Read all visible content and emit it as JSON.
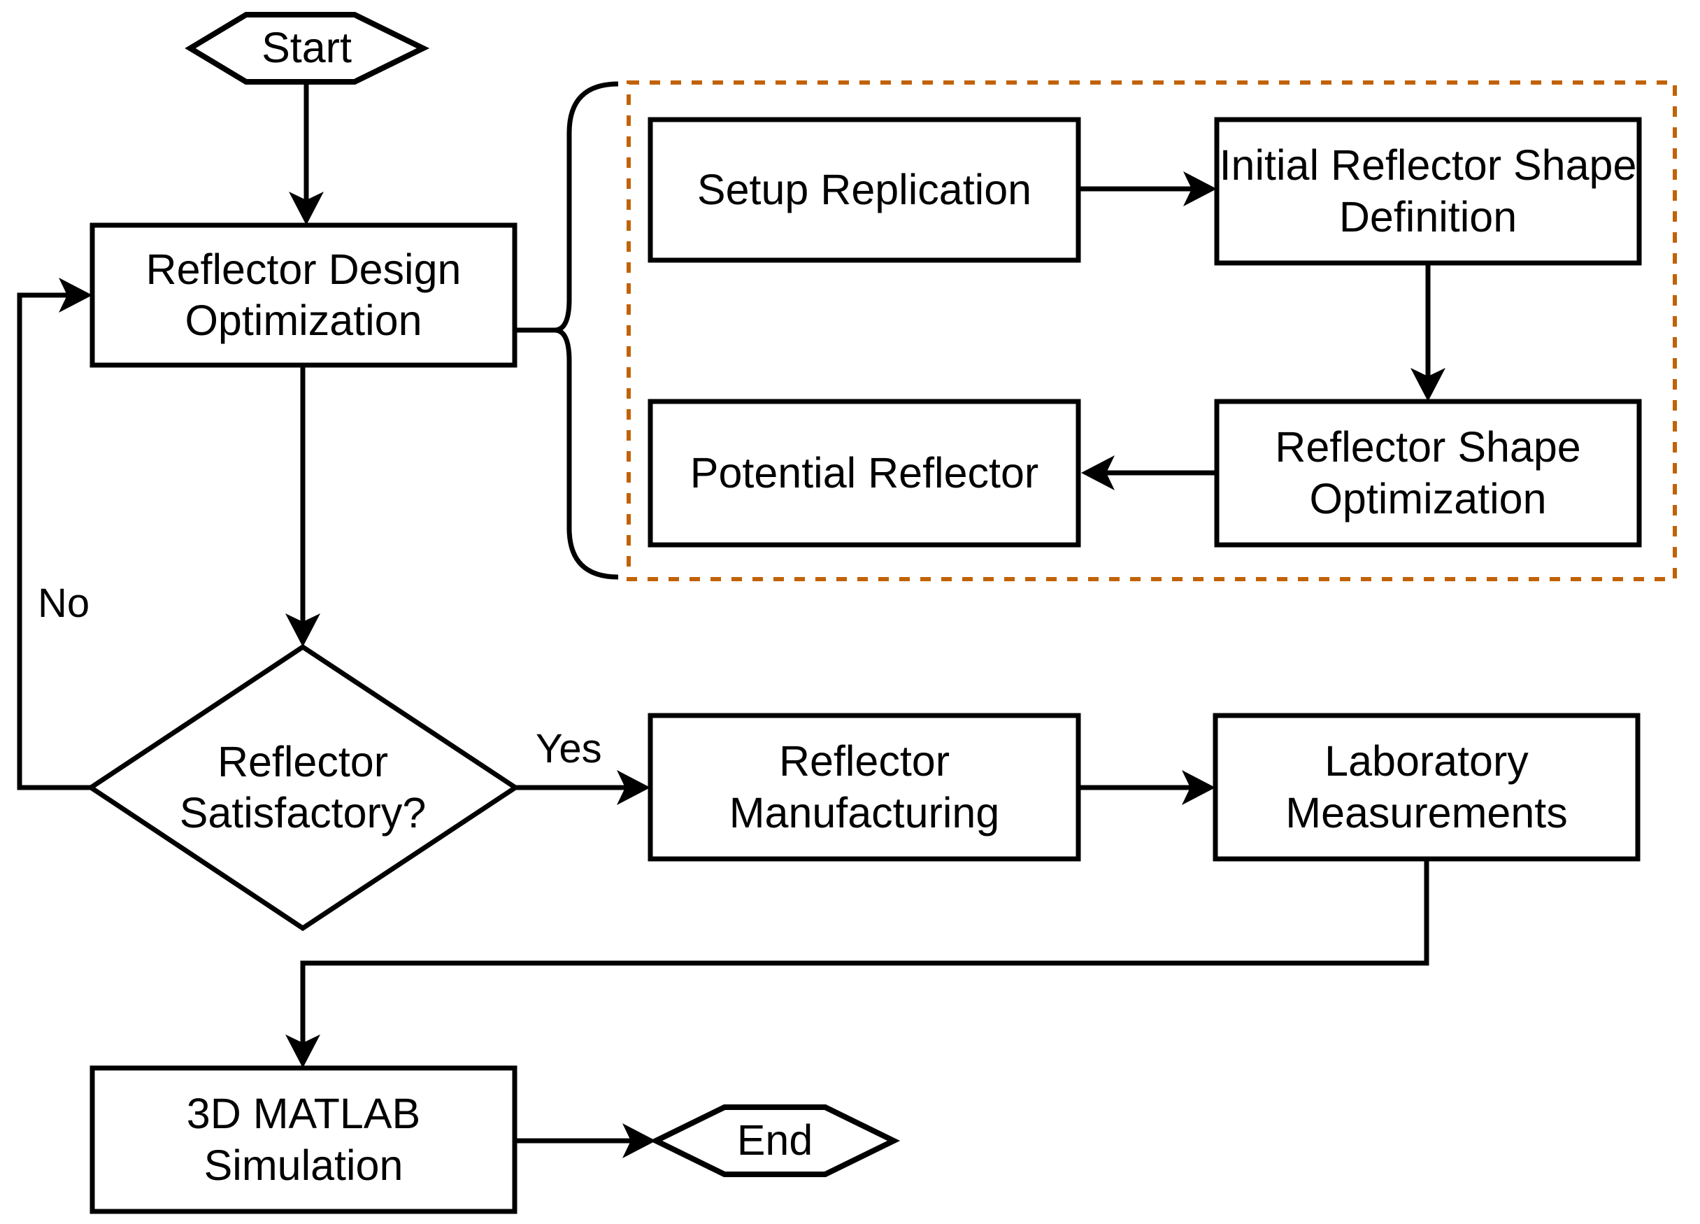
{
  "diagram": {
    "type": "flowchart",
    "background_color": "#FFFFFF",
    "line_color": "#000000",
    "dashed_group_border_color": "#C26206",
    "nodes": {
      "start": {
        "shape": "terminator-hexagon",
        "label": "Start"
      },
      "reflector_design_optimization": {
        "shape": "process-rect",
        "label": "Reflector Design\nOptimization"
      },
      "setup_replication": {
        "shape": "process-rect",
        "label": "Setup Replication"
      },
      "initial_reflector_shape_definition": {
        "shape": "process-rect",
        "label": "Initial Reflector Shape\nDefinition"
      },
      "reflector_shape_optimization": {
        "shape": "process-rect",
        "label": "Reflector Shape\nOptimization"
      },
      "potential_reflector": {
        "shape": "process-rect",
        "label": "Potential Reflector"
      },
      "reflector_satisfactory": {
        "shape": "decision-diamond",
        "label": "Reflector\nSatisfactory?"
      },
      "reflector_manufacturing": {
        "shape": "process-rect",
        "label": "Reflector\nManufacturing"
      },
      "laboratory_measurements": {
        "shape": "process-rect",
        "label": "Laboratory\nMeasurements"
      },
      "matlab_simulation": {
        "shape": "process-rect",
        "label": "3D MATLAB\nSimulation"
      },
      "end": {
        "shape": "terminator-hexagon",
        "label": "End"
      }
    },
    "edge_labels": {
      "no": "No",
      "yes": "Yes"
    },
    "flows": [
      "Start -> Reflector Design Optimization",
      "Reflector Design Optimization -{ expands to dashed subprocess group",
      "Setup Replication -> Initial Reflector Shape Definition",
      "Initial Reflector Shape Definition -> Reflector Shape Optimization",
      "Reflector Shape Optimization -> Potential Reflector",
      "Reflector Design Optimization -> Reflector Satisfactory?",
      "Reflector Satisfactory? -No-> Reflector Design Optimization",
      "Reflector Satisfactory? -Yes-> Reflector Manufacturing",
      "Reflector Manufacturing -> Laboratory Measurements",
      "Laboratory Measurements -> 3D MATLAB Simulation",
      "3D MATLAB Simulation -> End"
    ]
  }
}
